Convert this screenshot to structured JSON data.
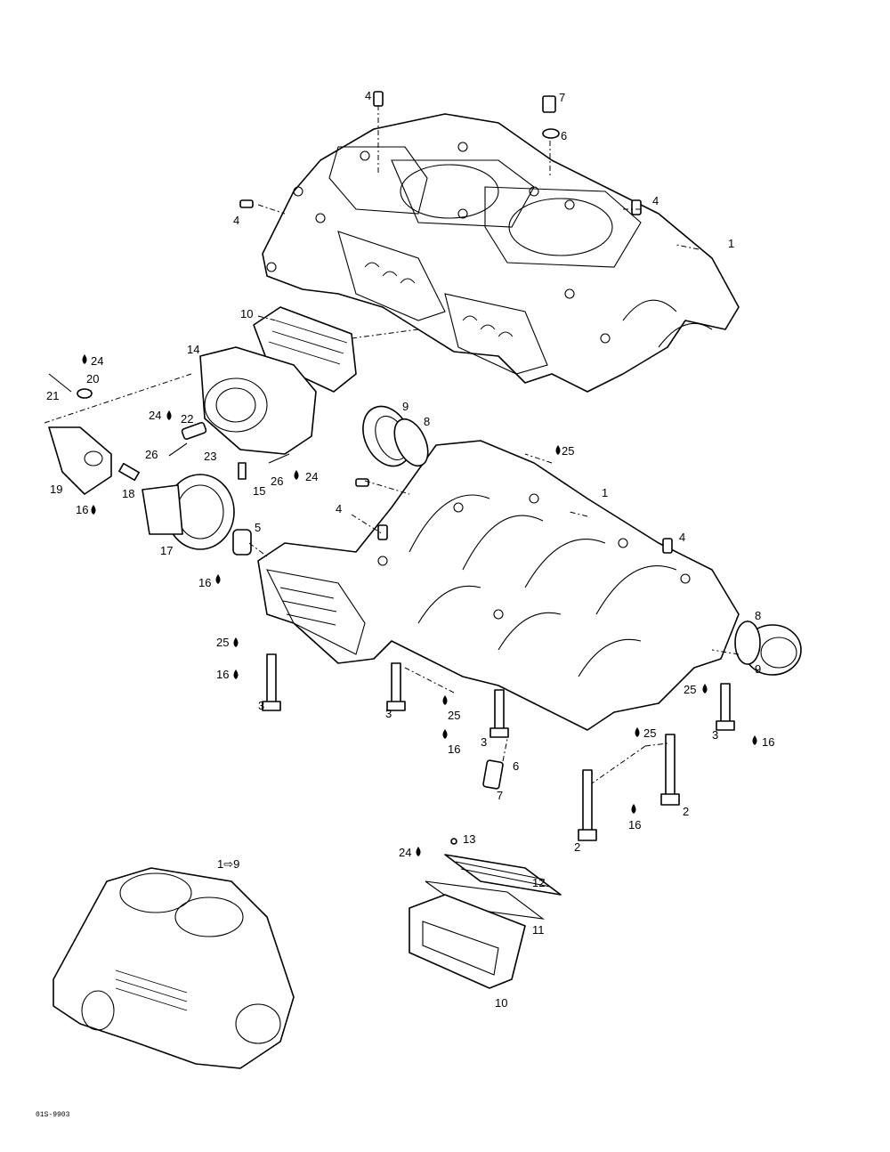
{
  "diagram_code": "01S-9903",
  "labels": {
    "l1": "1",
    "l2": "2",
    "l3": "3",
    "l4": "4",
    "l5": "5",
    "l6": "6",
    "l7": "7",
    "l8": "8",
    "l9": "9",
    "l10": "10",
    "l11": "11",
    "l12": "12",
    "l13": "13",
    "l14": "14",
    "l15": "15",
    "l16": "16",
    "l17": "17",
    "l18": "18",
    "l19": "19",
    "l20": "20",
    "l21": "21",
    "l22": "22",
    "l23": "23",
    "l24": "24",
    "l25": "25",
    "l26": "26",
    "assembly": "1⇨9"
  },
  "icons": {
    "sealant_marker": "drop-icon",
    "assembly_arrow": "arrow-right-icon"
  }
}
